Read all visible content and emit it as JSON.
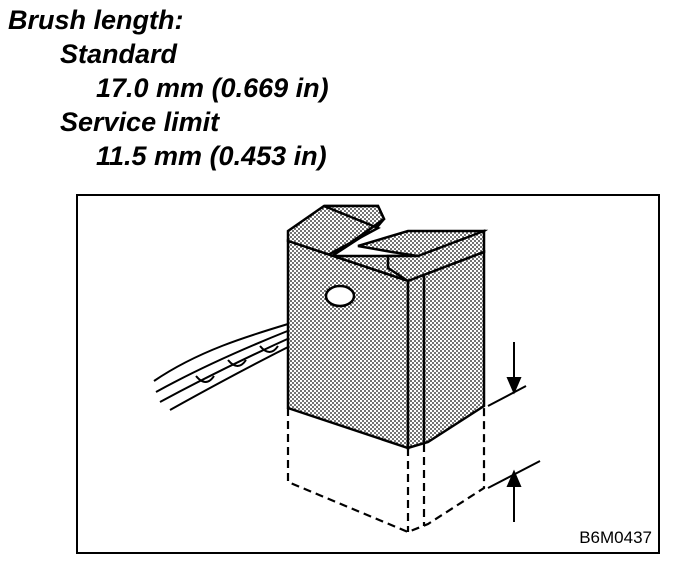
{
  "specs": {
    "heading": "Brush length:",
    "standard_label": "Standard",
    "standard_value": "17.0 mm (0.669 in)",
    "limit_label": "Service limit",
    "limit_value": "11.5 mm (0.453 in)"
  },
  "figure": {
    "code": "B6M0437"
  }
}
